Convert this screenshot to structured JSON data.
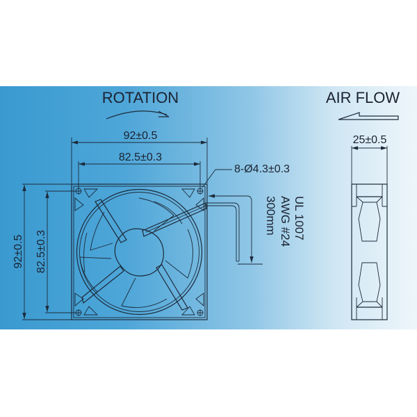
{
  "labels": {
    "rotation": "ROTATION",
    "air_flow": "AIR FLOW"
  },
  "dimensions": {
    "width_overall": "92±0.5",
    "width_hole_spacing": "82.5±0.3",
    "height_overall": "92±0.5",
    "height_hole_spacing": "82.5±0.3",
    "mounting_holes": "8-Ø4.3±0.3",
    "depth": "25±0.5"
  },
  "wire_spec": {
    "line1": "UL 1007",
    "line2": "AWG #24",
    "line3": "300mm"
  },
  "colors": {
    "band_left": "#3a9ad0",
    "band_right": "#eef6fb",
    "ink": "#1c2a3a"
  }
}
